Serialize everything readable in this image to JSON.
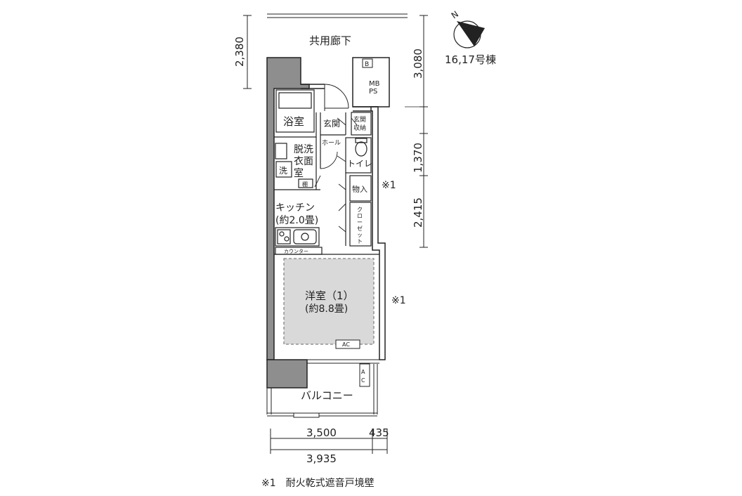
{
  "building": "16,17号棟",
  "compass_letter": "N",
  "rooms": {
    "corridor": "共用廊下",
    "bath": "浴室",
    "entrance": "玄関",
    "entrance_storage": [
      "玄関",
      "収納"
    ],
    "hall": "ホール",
    "toilet": "トイレ",
    "washroom": [
      "脱洗",
      "衣面",
      "室"
    ],
    "washer": "洗",
    "shelf": "棚",
    "storage": "物入",
    "closet": [
      "ク",
      "ロ",
      "ー",
      "ゼ",
      "ッ",
      "ト"
    ],
    "kitchen": "キッチン",
    "kitchen_size": "(約2.0畳)",
    "counter": "カウンター",
    "western": "洋室（1）",
    "western_size": "(約8.8畳)",
    "ac": "AC",
    "ac_vertical": [
      "A",
      "C"
    ],
    "balcony": "バルコニー",
    "mb": "MB",
    "ps": "PS",
    "b_box": "B"
  },
  "notes": {
    "mark_1": "※1",
    "mark_2": "※1",
    "footnote": "※1　耐火乾式遮音戸境壁"
  },
  "dimensions": {
    "left_vertical": "2,380",
    "right_top": "3,080",
    "right_mid": "1,370",
    "right_low": "2,415",
    "bottom_a": "3,500",
    "bottom_b": "435",
    "bottom_total": "3,935"
  }
}
